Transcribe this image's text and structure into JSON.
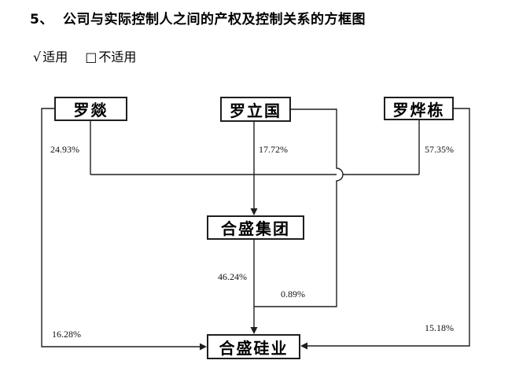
{
  "header": {
    "number": "5、",
    "title": "公司与实际控制人之间的产权及控制关系的方框图"
  },
  "applicability": {
    "check_glyph": "√",
    "applicable_label": "适用",
    "checkbox_glyph": "□",
    "not_applicable_label": "不适用"
  },
  "diagram": {
    "type": "equity-control-structure",
    "nodes": [
      {
        "id": "luo-yi",
        "label": "罗燚"
      },
      {
        "id": "luo-liguo",
        "label": "罗立国"
      },
      {
        "id": "luo-yedong",
        "label": "罗烨栋"
      },
      {
        "id": "hesheng-group",
        "label": "合盛集团"
      },
      {
        "id": "hoshine-silicon",
        "label": "合盛硅业"
      }
    ],
    "edges": [
      {
        "from": "罗燚",
        "to": "合盛集团",
        "pct": "24.93%"
      },
      {
        "from": "罗立国",
        "to": "合盛集团",
        "pct": "17.72%"
      },
      {
        "from": "罗烨栋",
        "to": "合盛集团",
        "pct": "57.35%"
      },
      {
        "from": "罗立国",
        "to": "合盛硅业",
        "pct": "0.89%"
      },
      {
        "from": "合盛集团",
        "to": "合盛硅业",
        "pct": "46.24%"
      },
      {
        "from": "罗燚",
        "to": "合盛硅业",
        "pct": "16.28%"
      },
      {
        "from": "罗烨栋",
        "to": "合盛硅业",
        "pct": "15.18%"
      }
    ],
    "colors": {
      "line": "#1f1f1f",
      "box_border": "#1f1f1f",
      "text": "#000000",
      "background": "#ffffff"
    }
  }
}
